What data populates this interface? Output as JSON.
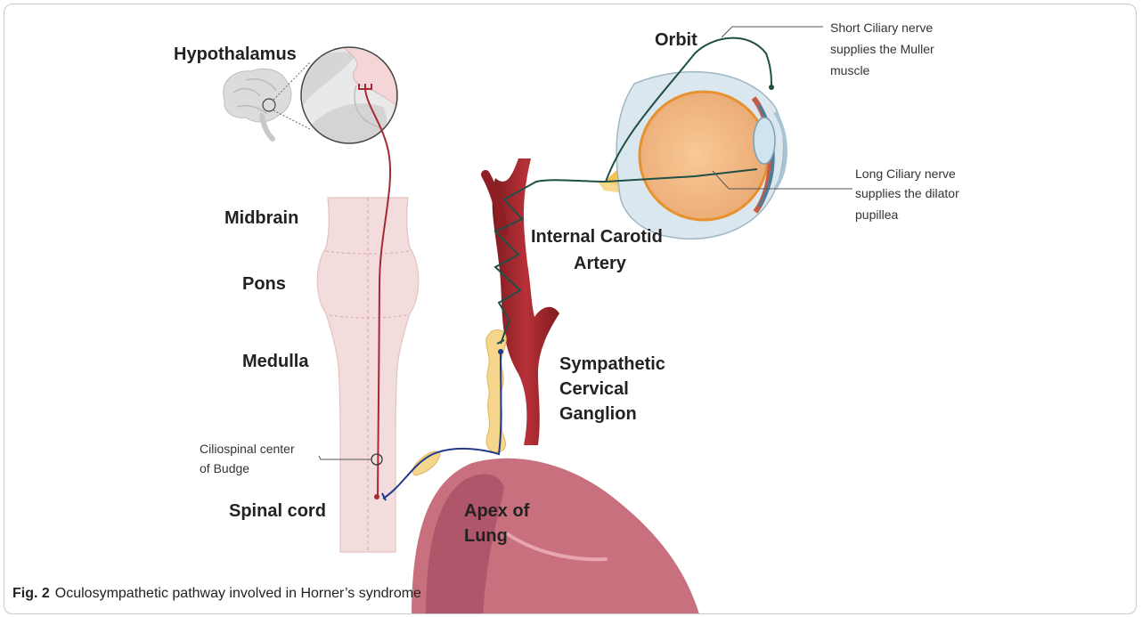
{
  "labels": {
    "hypothalamus": "Hypothalamus",
    "midbrain": "Midbrain",
    "pons": "Pons",
    "medulla": "Medulla",
    "spinal_cord": "Spinal cord",
    "orbit": "Orbit",
    "internal_carotid_1": "Internal Carotid",
    "internal_carotid_2": "Artery",
    "sympathetic_1": "Sympathetic",
    "sympathetic_2": "Cervical",
    "sympathetic_3": "Ganglion",
    "apex_1": "Apex of",
    "apex_2": "Lung",
    "ciliospinal_1": "Ciliospinal center",
    "ciliospinal_2": "of Budge",
    "short_ciliary_1": "Short Ciliary nerve",
    "short_ciliary_2": "supplies the Muller",
    "short_ciliary_3": "muscle",
    "long_ciliary_1": "Long Ciliary nerve",
    "long_ciliary_2": "supplies the dilator",
    "long_ciliary_3": "pupillea"
  },
  "caption": {
    "fig_number": "Fig. 2",
    "text": "Oculosympathetic pathway involved in Horner’s syndrome"
  },
  "colors": {
    "brainstem": "#f2dede",
    "neuron_first": "#a52a35",
    "neuron_second": "#1f3a8a",
    "neuron_third": "#1f4f45",
    "artery": "#a3262c",
    "ganglion": "#f6d58c",
    "lung": "#c9707e",
    "eye": "#f5c08a"
  }
}
